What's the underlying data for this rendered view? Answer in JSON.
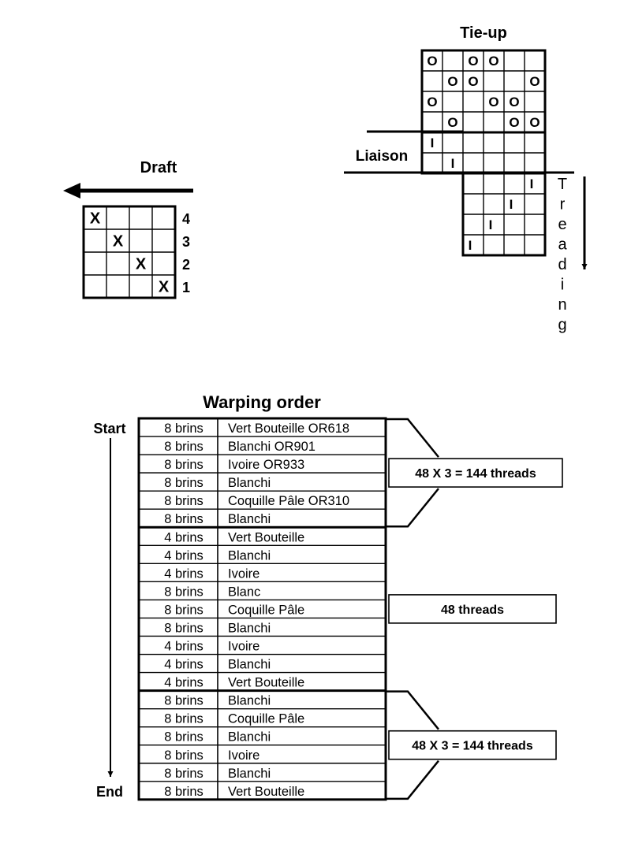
{
  "labels": {
    "draft": "Draft",
    "tieup": "Tie-up",
    "liaison": "Liaison",
    "treading": "Treading",
    "warping_order": "Warping order",
    "start": "Start",
    "end": "End"
  },
  "draft": {
    "rows": [
      {
        "number": "4",
        "cells": [
          "X",
          "",
          "",
          ""
        ]
      },
      {
        "number": "3",
        "cells": [
          "",
          "X",
          "",
          ""
        ]
      },
      {
        "number": "2",
        "cells": [
          "",
          "",
          "X",
          ""
        ]
      },
      {
        "number": "1",
        "cells": [
          "",
          "",
          "",
          "X"
        ]
      }
    ]
  },
  "tieup": {
    "rows": [
      [
        "O",
        "",
        "O",
        "O",
        "",
        ""
      ],
      [
        "",
        "O",
        "O",
        "",
        "",
        "O"
      ],
      [
        "O",
        "",
        "",
        "O",
        "O",
        ""
      ],
      [
        "",
        "O",
        "",
        "",
        "O",
        "O"
      ]
    ]
  },
  "liaison": {
    "rows": [
      [
        "I",
        "",
        "",
        "",
        "",
        "",
        "",
        ""
      ],
      [
        "",
        "I",
        "",
        "",
        "",
        "",
        "",
        ""
      ]
    ]
  },
  "treading": {
    "rows": [
      [
        "",
        "",
        "",
        "I"
      ],
      [
        "",
        "",
        "I",
        ""
      ],
      [
        "",
        "I",
        "",
        ""
      ],
      [
        "I",
        "",
        "",
        ""
      ]
    ]
  },
  "warping": {
    "groups": [
      {
        "summary": "48 X 3 = 144 threads",
        "rows": [
          {
            "count": "8 brins",
            "color": "Vert Bouteille OR618"
          },
          {
            "count": "8 brins",
            "color": "Blanchi OR901"
          },
          {
            "count": "8 brins",
            "color": "Ivoire OR933"
          },
          {
            "count": "8 brins",
            "color": "Blanchi"
          },
          {
            "count": "8 brins",
            "color": "Coquille Pâle OR310"
          },
          {
            "count": "8 brins",
            "color": "Blanchi"
          }
        ]
      },
      {
        "summary": "48 threads",
        "rows": [
          {
            "count": "4 brins",
            "color": "Vert Bouteille"
          },
          {
            "count": "4 brins",
            "color": "Blanchi"
          },
          {
            "count": "4 brins",
            "color": "Ivoire"
          },
          {
            "count": "8 brins",
            "color": "Blanc"
          },
          {
            "count": "8 brins",
            "color": "Coquille Pâle"
          },
          {
            "count": "8 brins",
            "color": "Blanchi"
          },
          {
            "count": "4 brins",
            "color": "Ivoire"
          },
          {
            "count": "4 brins",
            "color": "Blanchi"
          },
          {
            "count": "4 brins",
            "color": "Vert Bouteille"
          }
        ]
      },
      {
        "summary": "48 X 3 = 144 threads",
        "rows": [
          {
            "count": "8 brins",
            "color": "Blanchi"
          },
          {
            "count": "8 brins",
            "color": "Coquille Pâle"
          },
          {
            "count": "8 brins",
            "color": "Blanchi"
          },
          {
            "count": "8 brins",
            "color": "Ivoire"
          },
          {
            "count": "8 brins",
            "color": "Blanchi"
          },
          {
            "count": "8 brins",
            "color": "Vert Bouteille"
          }
        ]
      }
    ]
  }
}
